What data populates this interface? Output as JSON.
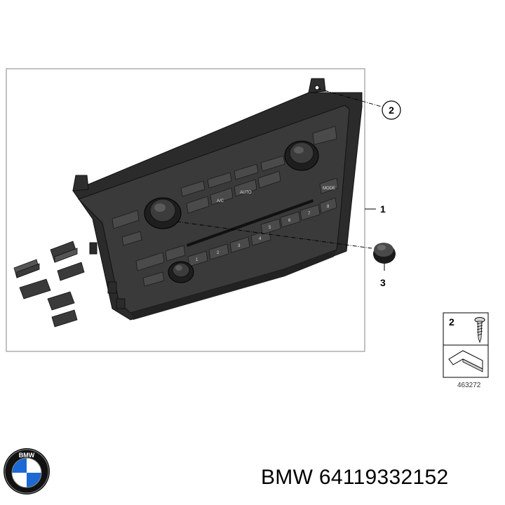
{
  "diagram": {
    "callouts": {
      "main_unit": "1",
      "screw": "2",
      "knob": "3"
    },
    "hardware_inset": {
      "item": "2"
    },
    "figure_number": "463272",
    "button_labels": {
      "auto": "AUTO",
      "ac": "A/C",
      "mode": "MODE",
      "presets": [
        "1",
        "2",
        "3",
        "4",
        "5",
        "6",
        "7",
        "8"
      ]
    }
  },
  "brand": {
    "logo_letters": "BMW",
    "colors": {
      "blue": "#1c69d4",
      "black": "#111111"
    }
  },
  "caption": {
    "text": "BMW 64119332152"
  }
}
